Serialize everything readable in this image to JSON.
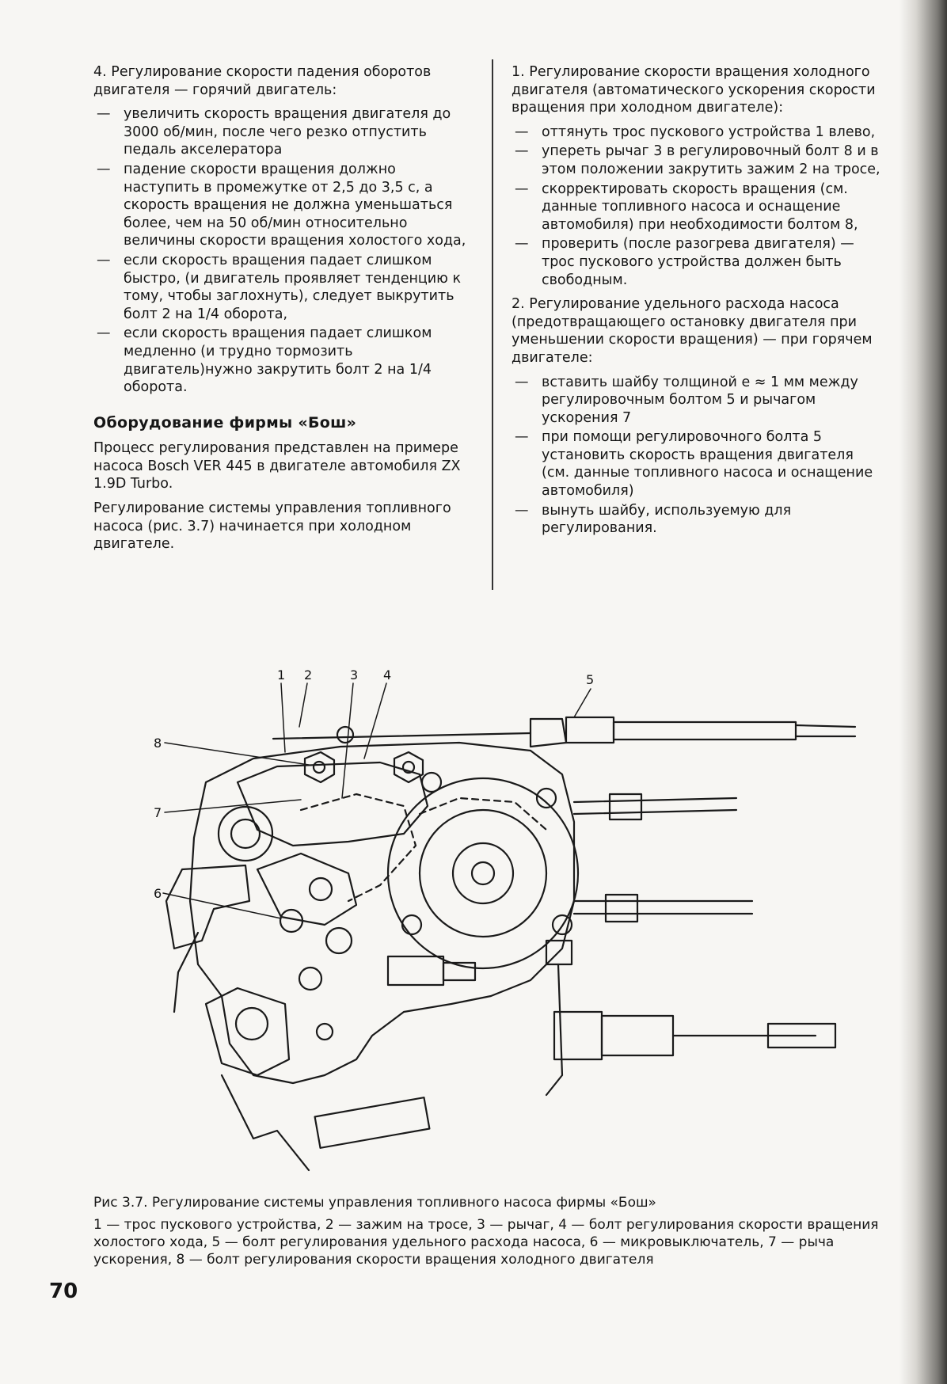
{
  "left_column": {
    "intro": "4. Регулирование скорости падения оборотов двигателя — горячий двигатель:",
    "bullets": [
      "увеличить скорость вращения двигателя до 3000 об/мин, после чего резко отпустить педаль акселератора",
      "падение скорости вращения должно наступить в промежутке от 2,5 до 3,5 с, а скорость вращения не должна уменьшаться более, чем на 50 об/мин относительно величины скорости вращения холостого хода,",
      "если скорость вращения падает слишком быстро, (и двигатель проявляет тенденцию к тому, чтобы заглохнуть), следует выкрутить болт 2 на 1/4 оборота,",
      "если скорость вращения падает слишком медленно (и трудно тормозить двигатель)нужно закрутить болт 2 на 1/4 оборота."
    ],
    "section_heading": "Оборудование фирмы «Бош»",
    "para1": "Процесс регулирования представлен на примере насоса Bosch VER 445 в двигателе автомобиля ZX 1.9D Turbo.",
    "para2": "Регулирование системы управления топливного насоса (рис. 3.7) начинается при холодном двигателе."
  },
  "right_column": {
    "item1_intro": "1. Регулирование скорости вращения холодного двигателя (автоматического ускорения скорости вращения при холодном двигателе):",
    "item1_bullets": [
      "оттянуть трос пускового устройства 1 влево,",
      "упереть рычаг 3 в регулировочный болт 8 и в этом положении закрутить зажим 2 на тросе,",
      "скорректировать скорость вращения (см. данные топливного насоса и оснащение автомобиля) при необходимости болтом 8,",
      "проверить (после разогрева двигателя) — трос пускового устройства должен быть свободным."
    ],
    "item2_intro": "2. Регулирование удельного расхода насоса (предотвращающего остановку двигателя при уменьшении скорости вращения) — при горячем двигателе:",
    "item2_bullets": [
      "вставить шайбу толщиной е ≈ 1 мм между регулировочным болтом 5 и рычагом ускорения 7",
      "при помощи регулировочного болта 5 установить скорость вращения двигателя (см. данные топливного насоса и оснащение автомобиля)",
      "вынуть шайбу, используемую для регулирования."
    ]
  },
  "figure": {
    "callouts": [
      "1",
      "2",
      "3",
      "4",
      "5",
      "6",
      "7",
      "8"
    ]
  },
  "caption": {
    "title": "Рис 3.7. Регулирование системы управления топливного насоса фирмы «Бош»",
    "legend": "1 — трос пускового устройства, 2 — зажим на тросе, 3 — рычаг, 4 — болт регулирования скорости вращения холостого хода, 5 — болт регулирования удельного расхода насоса, 6 — микровыключатель, 7 — рыча ускорения, 8 — болт регулирования скорости вращения холодного двигателя"
  },
  "page_number": "70"
}
